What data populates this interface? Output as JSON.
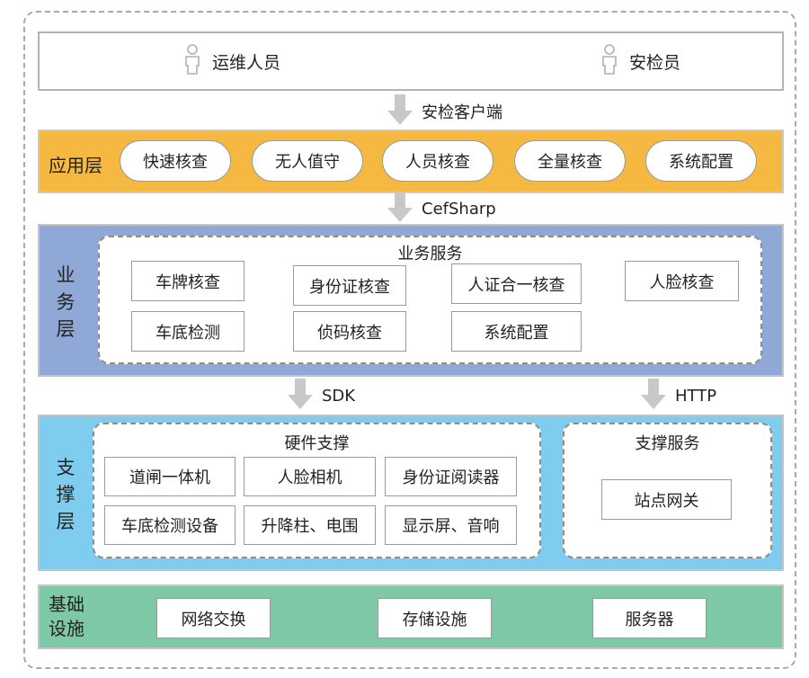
{
  "users": [
    "运维人员",
    "安检员"
  ],
  "connectors": {
    "client": "安检客户端",
    "cefsharp": "CefSharp",
    "sdk": "SDK",
    "http": "HTTP"
  },
  "application_layer": {
    "title": "应用层",
    "modules": [
      "快速核查",
      "无人值守",
      "人员核查",
      "全量核查",
      "系统配置"
    ]
  },
  "business_layer": {
    "title_chars": [
      "业",
      "务",
      "层"
    ],
    "group_title": "业务服务",
    "modules": [
      "车牌核查",
      "身份证核查",
      "人证合一核查",
      "人脸核查",
      "车底检测",
      "侦码核查",
      "系统配置"
    ]
  },
  "support_layer": {
    "title_chars": [
      "支",
      "撑",
      "层"
    ],
    "hardware_title": "硬件支撑",
    "hardware": [
      "道闸一体机",
      "人脸相机",
      "身份证阅读器",
      "车底检测设备",
      "升降柱、电围",
      "显示屏、音响"
    ],
    "service_title": "支撑服务",
    "services": [
      "站点网关"
    ]
  },
  "infrastructure": {
    "title_lines": [
      "基础",
      "设施"
    ],
    "modules": [
      "网络交换",
      "存储设施",
      "服务器"
    ]
  },
  "colors": {
    "application": "#f5b942",
    "business": "#8fa8d6",
    "support": "#7fcdee",
    "infrastructure": "#7fc8a5",
    "arrow": "#c8c8c8"
  },
  "icons": [
    "person-icon",
    "down-arrow-icon"
  ]
}
